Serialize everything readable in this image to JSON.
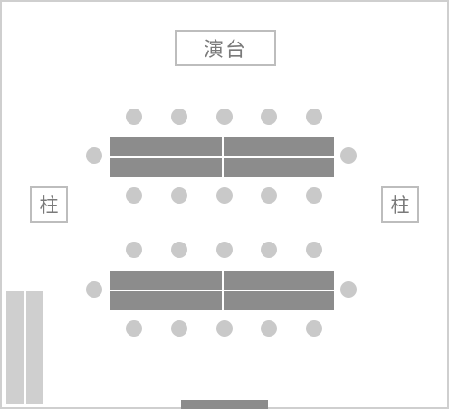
{
  "stage": {
    "label": "演台"
  },
  "pillars": {
    "left_label": "柱",
    "right_label": "柱"
  },
  "colors": {
    "wall": "#cfcfcf",
    "table": "#8c8c8c",
    "chair": "#c9c9c9",
    "text": "#7a7a7a",
    "shelf": "#cfcfcf"
  }
}
